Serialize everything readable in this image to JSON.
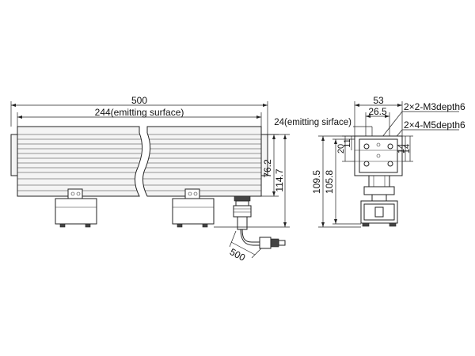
{
  "dimensions": {
    "overall_length": "500",
    "emitting_length": "244(emitting surface)",
    "height_inner": "76.2",
    "height_outer": "114.7",
    "cable_length": "500",
    "side_width": "53",
    "side_inner_width": "26.5",
    "side_emitting": "24(emitting sirface)",
    "hole_note_1": "2×2-M3depth6",
    "hole_note_2": "2×4-M5depth6",
    "side_height_1": "109.5",
    "side_height_2": "105.8",
    "side_small_1": "20",
    "side_small_2": "11",
    "side_small_3": "14",
    "side_small_4": "14"
  }
}
